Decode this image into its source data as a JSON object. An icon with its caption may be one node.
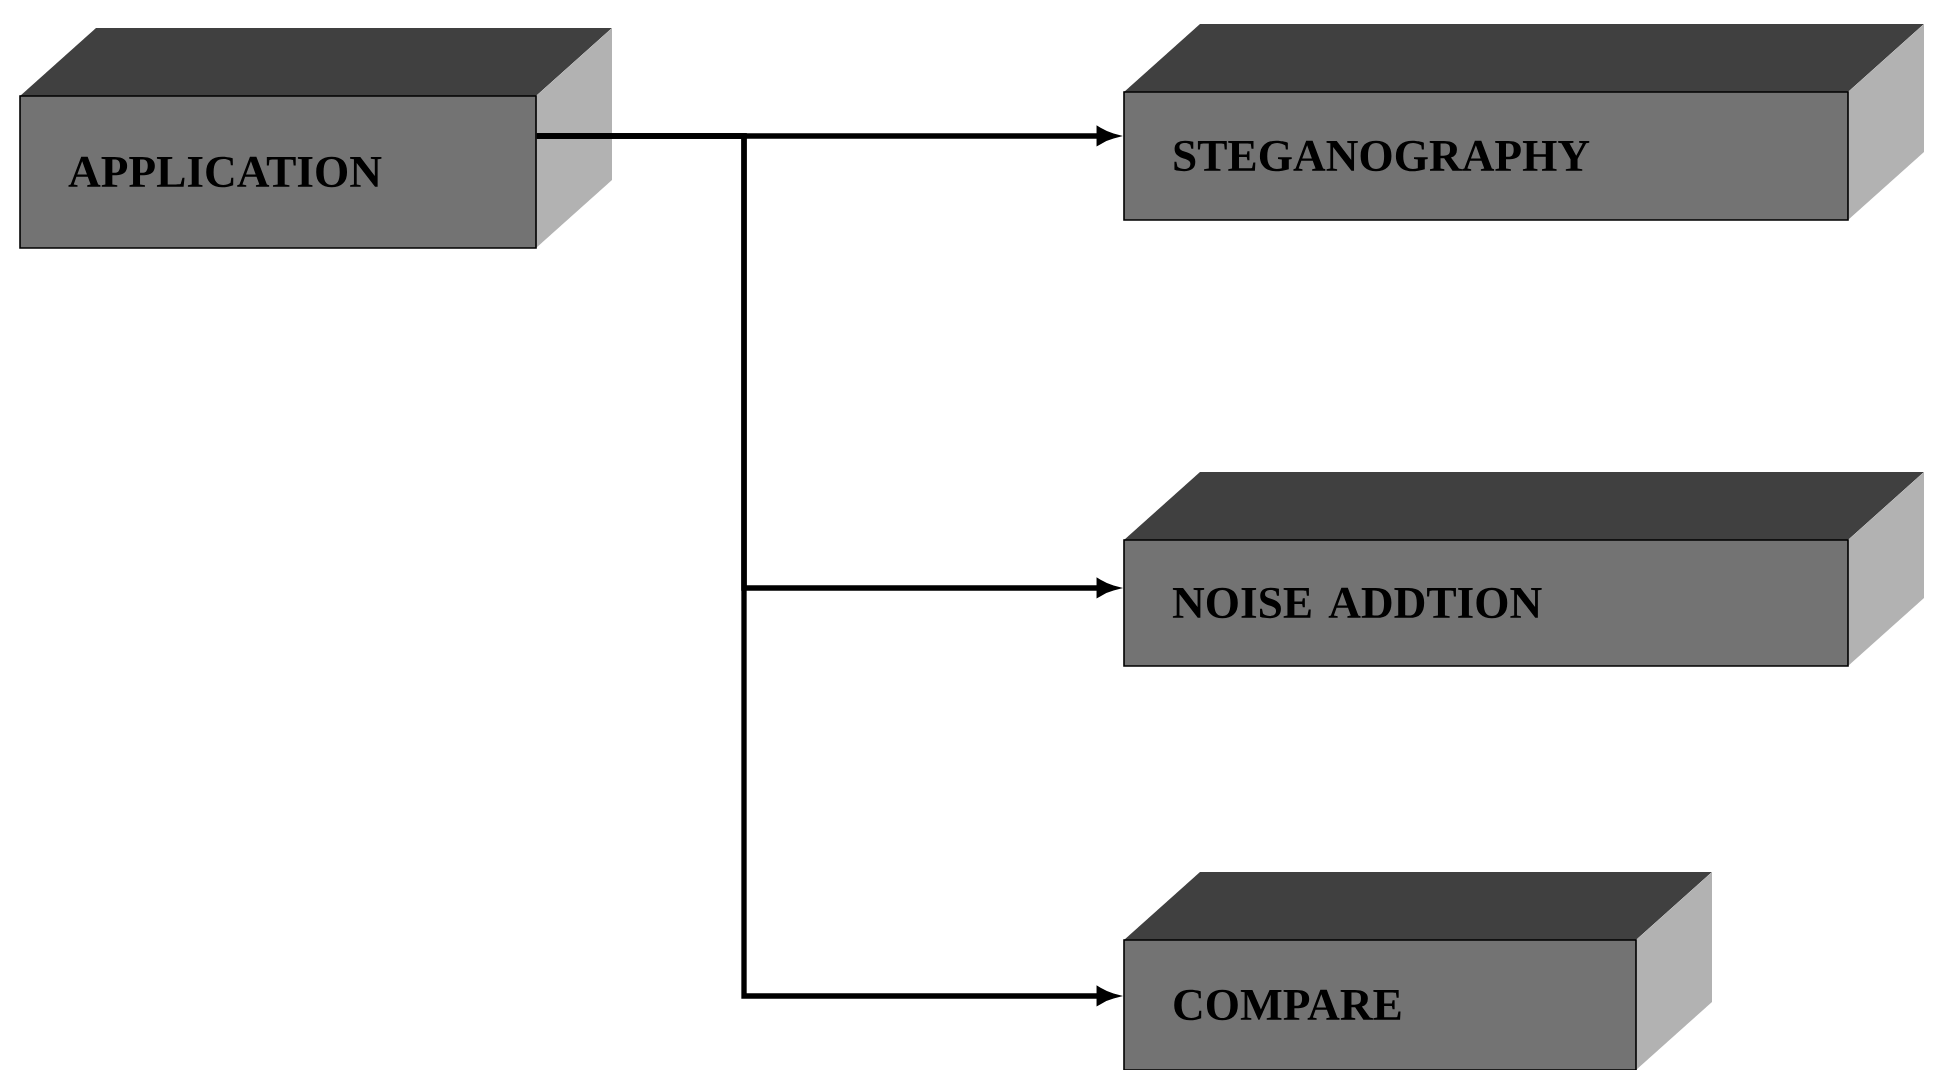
{
  "diagram": {
    "nodes": [
      {
        "text": [
          "APPLICATION"
        ]
      },
      {
        "text": [
          "STEGANOGRAPHY"
        ]
      },
      {
        "text": [
          "NOISE ADDTION"
        ]
      },
      {
        "text": [
          "COMPARE"
        ]
      }
    ],
    "edges": [
      {
        "from": 0,
        "to": 1,
        "arrow": "to"
      },
      {
        "from": 0,
        "to": 2,
        "arrow": "to"
      },
      {
        "from": 0,
        "to": 3,
        "arrow": "to"
      }
    ]
  }
}
